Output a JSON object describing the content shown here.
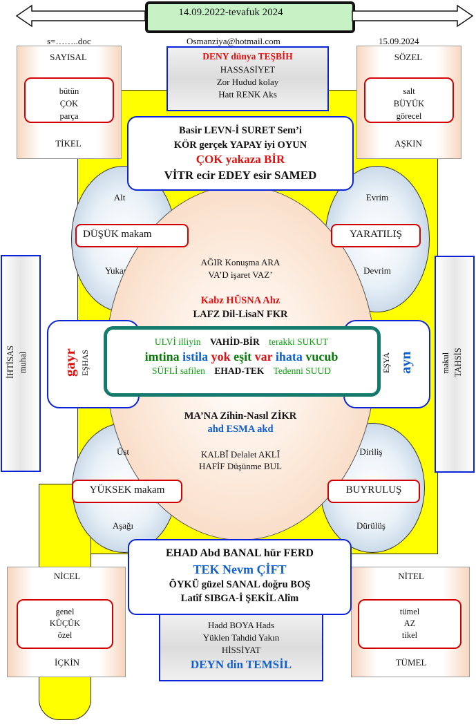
{
  "header": {
    "title": "14.09.2022-tevafuk 2024"
  },
  "top_line": {
    "left": "s=……..doc",
    "center": "Osmanziya@hotmail.com",
    "right": "15.09.2024"
  },
  "corners": {
    "top_left": {
      "top": "SAYISAL",
      "lines": [
        "bütün",
        "ÇOK",
        "parça"
      ],
      "bottom": "TİKEL"
    },
    "top_right": {
      "top": "SÖZEL",
      "lines": [
        "salt",
        "BÜYÜK",
        "görecel"
      ],
      "bottom": "AŞKIN"
    },
    "bottom_left": {
      "top": "NİCEL",
      "lines": [
        "genel",
        "KÜÇÜK",
        "özel"
      ],
      "bottom": "İÇKİN"
    },
    "bottom_right": {
      "top": "NİTEL",
      "lines": [
        "tümel",
        "AZ",
        "tikel"
      ],
      "bottom": "TÜMEL"
    }
  },
  "top_grey_box": {
    "lines": [
      "DENY dünya TEŞBİH",
      "HASSASİYET",
      "Zor Hudud kolay",
      "Hatt RENK  Aks"
    ]
  },
  "top_blue_box": {
    "lines": [
      "Basir LEVN-İ SURET Sem’i",
      "KÖR gerçek YAPAY iyi OYUN",
      "ÇOK  yakaza BİR",
      "VİTR ecir    EDEY  esir SAMED"
    ]
  },
  "ellipses": {
    "top_left": {
      "top": "Alt",
      "box": "DÜŞÜK makam",
      "bottom": "Yukarı"
    },
    "top_right": {
      "top": "Evrim",
      "box": "YARATILIŞ",
      "bottom": "Devrim"
    },
    "bottom_left": {
      "top": "Üst",
      "box": "YÜKSEK makam",
      "bottom": "Aşağı"
    },
    "bottom_right": {
      "top": "Diriliş",
      "box": "BUYRULUŞ",
      "bottom": "Dürülüş"
    }
  },
  "center": {
    "line1": "AĞIR  Konuşma ARA",
    "line2": "VA’D işaret VAZ’",
    "line3": "Kabz HÜSNA Ahz",
    "line4": "LAFZ Dil-LisaN FKR",
    "line5": "MA’NA Zihin-Nasıl ZİKR",
    "line6": "ahd ESMA akd",
    "line7": "KALBÎ Delalet AKLÎ",
    "line8": "HAFİF  Düşünme BUL"
  },
  "side_boxes": {
    "left": {
      "big": "gayr",
      "small": "EŞHAS"
    },
    "right": {
      "small": "EŞYA",
      "big": "ayn"
    }
  },
  "outer_side": {
    "left": {
      "line1": "İHTİSAS",
      "line2": "muhal"
    },
    "right": {
      "line1": "makul",
      "line2": "TAHSİS"
    }
  },
  "green_box": {
    "row1": {
      "a": "ULVİ illiyin",
      "b": "VAHİD-BİR",
      "c": "terakki SUKUT"
    },
    "row2": {
      "w1": "imtina",
      "w2": "istila",
      "w3": "yok",
      "w4": "eşit",
      "w5": "var",
      "w6": "ihata",
      "w7": "vucub"
    },
    "row3": {
      "a": "SÜFLİ safilen",
      "b": "EHAD-TEK",
      "c": "Tedenni SUUD"
    }
  },
  "bottom_blue_box": {
    "lines": [
      "EHAD Abd    BANAL hür   FERD",
      "TEK Nevm ÇİFT",
      "ÖYKÜ güzel SANAL doğru BOŞ",
      "Latîf  SIBGA-İ ŞEKİL Alîm"
    ]
  },
  "bottom_grey_box": {
    "lines": [
      "Hadd BOYA  Hads",
      "Yüklen Tahdid Yakın",
      "HİSSİYAT",
      "DEYN din TEMSİL"
    ]
  },
  "colors": {
    "red": "#e01010",
    "blue": "#1060d0",
    "green": "#10a010",
    "border_blue": "#0a23d9",
    "yellow": "#ffff00"
  }
}
